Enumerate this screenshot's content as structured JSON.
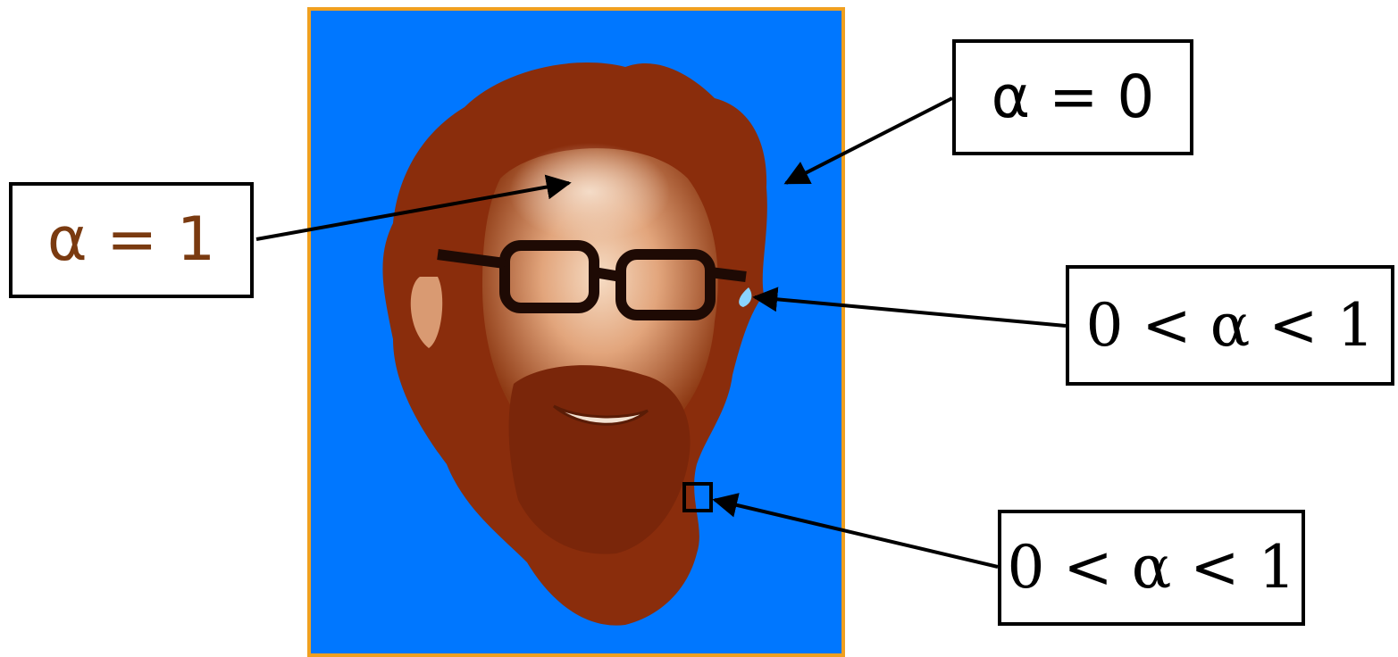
{
  "labels": {
    "alpha_one": "α = 1",
    "alpha_zero": "α = 0",
    "partial_eye": "0 < α < 1",
    "partial_beard": "0 < α < 1"
  },
  "colors": {
    "background_matte": "#0077ff",
    "frame_border": "#f0a020",
    "face_fill": "#8a2d0c",
    "skin_highlight": "#e8b48e",
    "glasses": "#1e0a04",
    "partial_alpha_spot": "#8ad4ff",
    "alpha_one_text": "#7a3a10",
    "arrow": "#000000"
  },
  "icons": {
    "portrait": "alpha-matte-portrait",
    "sample_square": "sample-square-icon",
    "translucent_spot": "translucent-spot-icon"
  }
}
